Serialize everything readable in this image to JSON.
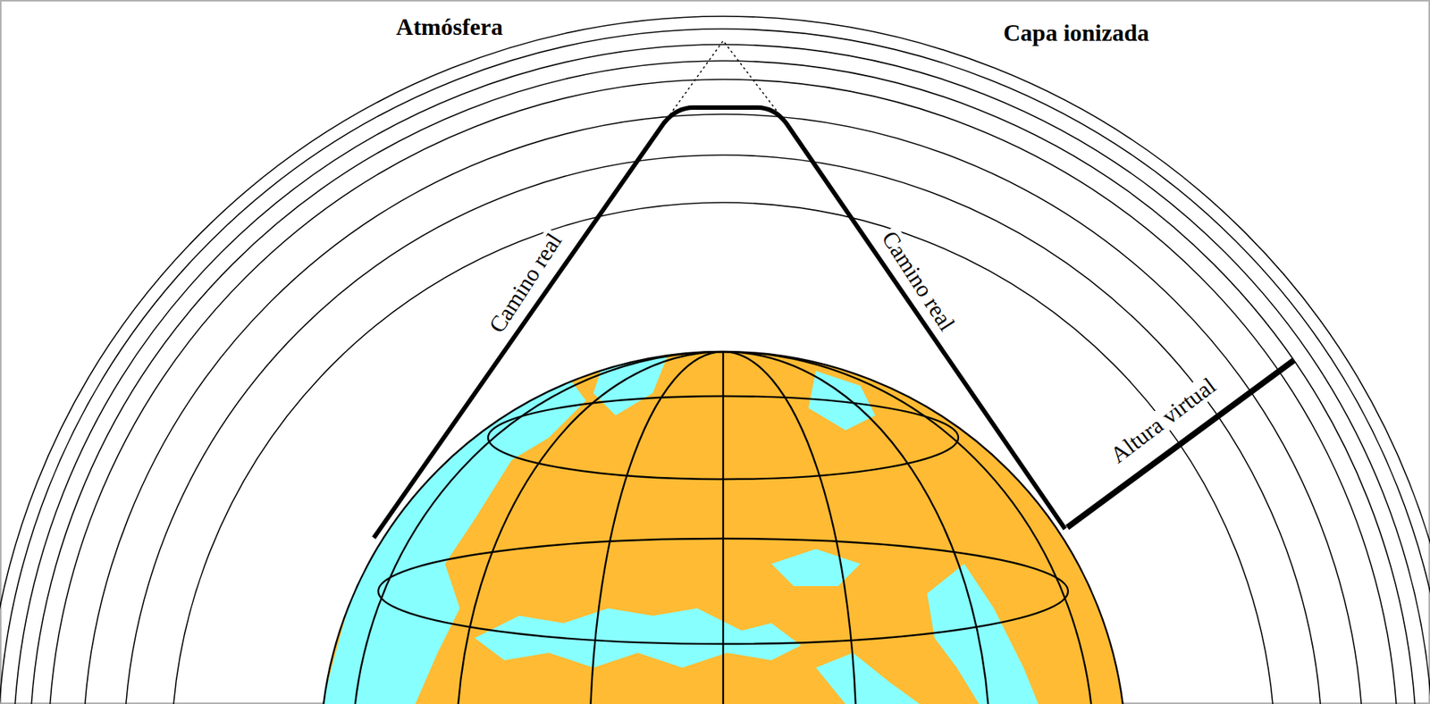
{
  "diagram": {
    "labels": [
      "Atmósfera",
      "Capa ionizada",
      "Camino real",
      "Camino real",
      "Altura virtual"
    ]
  }
}
